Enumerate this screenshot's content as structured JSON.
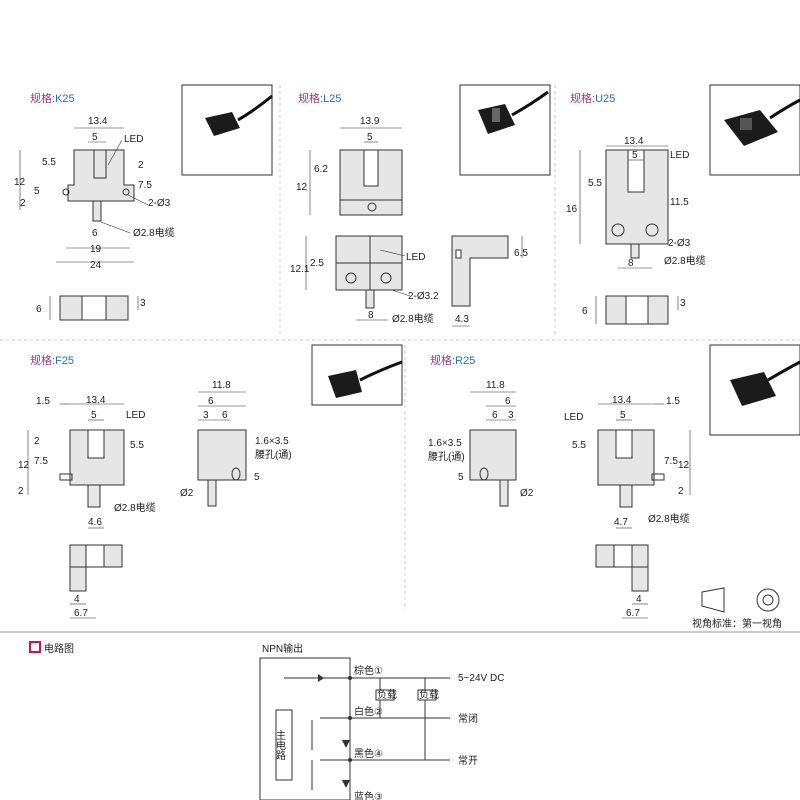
{
  "sections": [
    {
      "label_prefix": "规格:",
      "model": "K25",
      "dims": [
        "13.4",
        "5",
        "LED",
        "12",
        "5.5",
        "5",
        "2",
        "2",
        "7.5",
        "2-Ø3",
        "6",
        "19",
        "24",
        "Ø2.8电缆",
        "6",
        "3"
      ]
    },
    {
      "label_prefix": "规格:",
      "model": "L25",
      "dims": [
        "13.9",
        "5",
        "6.2",
        "12",
        "12.1",
        "2.5",
        "LED",
        "2-Ø3.2",
        "8",
        "Ø2.8电缆",
        "6.5",
        "4.3"
      ]
    },
    {
      "label_prefix": "规格:",
      "model": "U25",
      "dims": [
        "13.4",
        "5",
        "LED",
        "16",
        "5.5",
        "11.5",
        "2-Ø3",
        "8",
        "Ø2.8电缆",
        "6",
        "3"
      ]
    },
    {
      "label_prefix": "规格:",
      "model": "F25",
      "dims": [
        "1.5",
        "13.4",
        "5",
        "LED",
        "12",
        "2",
        "7.5",
        "5.5",
        "2",
        "Ø2.8电缆",
        "4.6",
        "11.8",
        "6",
        "3",
        "6",
        "1.6×3.5",
        "腰孔(通)",
        "5",
        "Ø2",
        "4",
        "6.7"
      ]
    },
    {
      "label_prefix": "规格:",
      "model": "R25",
      "dims": [
        "11.8",
        "6",
        "6",
        "3",
        "1.6×3.5",
        "腰孔(通)",
        "5",
        "Ø2",
        "13.4",
        "5",
        "1.5",
        "LED",
        "5.5",
        "7.5",
        "12",
        "2",
        "4.7",
        "Ø2.8电缆",
        "4",
        "6.7"
      ]
    }
  ],
  "view_standard": "视角标准：第一视角",
  "circuit": {
    "section_title": "电路图",
    "output_type": "NPN输出",
    "main_circuit": "主电路",
    "wires": [
      "棕色①",
      "白色②",
      "黑色④",
      "蓝色③"
    ],
    "loads": [
      "负载",
      "负载"
    ],
    "supply": "5~24V DC",
    "nc": "常闭",
    "no": "常开"
  }
}
